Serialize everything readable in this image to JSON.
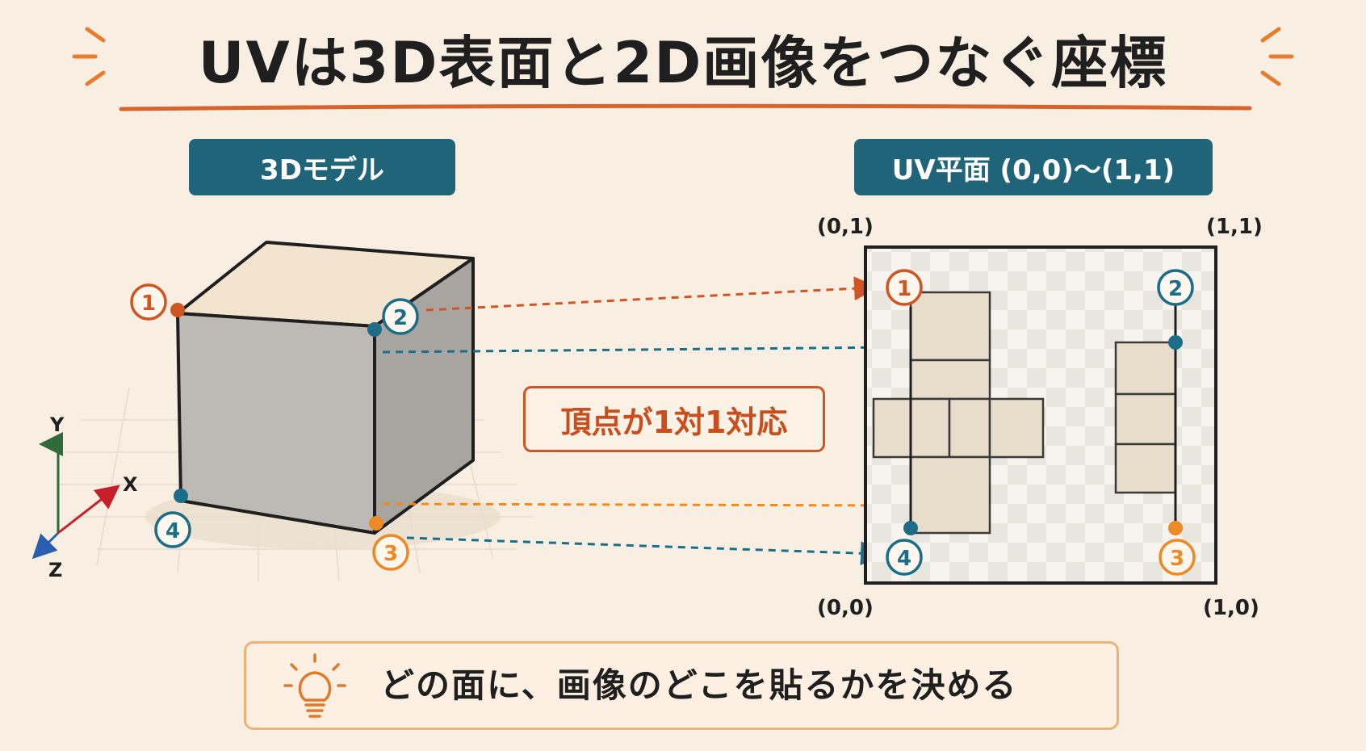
{
  "title": "UVは3D表面と2D画像をつなぐ座標",
  "left_panel": {
    "label": "3Dモデル"
  },
  "right_panel": {
    "label": "UV平面 (0,0)〜(1,1)",
    "corner_top_left": "(0,1)",
    "corner_top_right": "(1,1)",
    "corner_bottom_left": "(0,0)",
    "corner_bottom_right": "(1,0)"
  },
  "center_label": "頂点が1対1対応",
  "axes": {
    "y": "Y",
    "x": "X",
    "z": "Z"
  },
  "markers": [
    "1",
    "2",
    "3",
    "4"
  ],
  "footer": {
    "icon": "lightbulb-icon",
    "text": "どの面に、画像のどこを貼るかを決める"
  },
  "colors": {
    "orange_red": "#cf5522",
    "teal": "#1f6479",
    "orange": "#ec8a26",
    "blue": "#1c6e88",
    "background": "#f8efe2"
  }
}
